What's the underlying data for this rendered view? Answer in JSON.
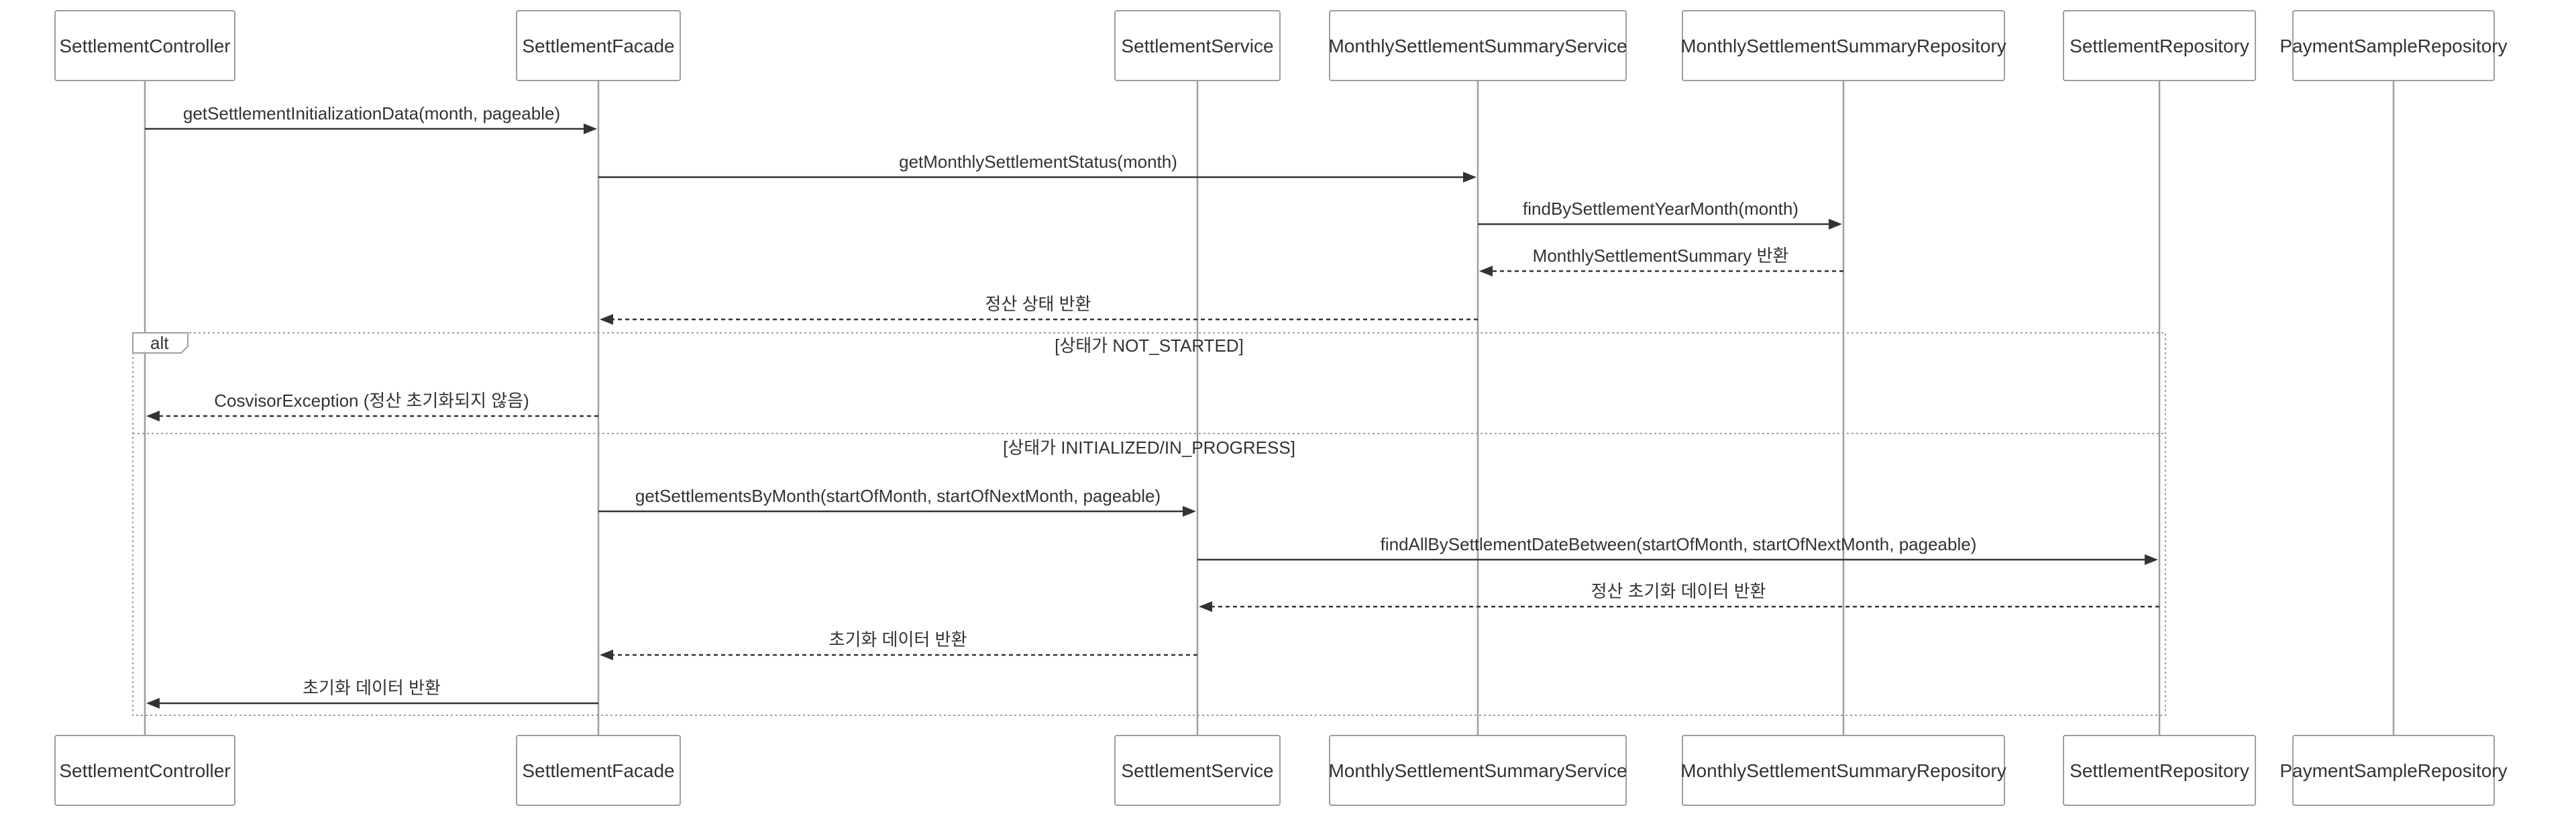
{
  "participants": [
    {
      "id": "settlement-controller",
      "label": "SettlementController"
    },
    {
      "id": "settlement-facade",
      "label": "SettlementFacade"
    },
    {
      "id": "settlement-service",
      "label": "SettlementService"
    },
    {
      "id": "monthly-settlement-summary-service",
      "label": "MonthlySettlementSummaryService"
    },
    {
      "id": "monthly-settlement-summary-repository",
      "label": "MonthlySettlementSummaryRepository"
    },
    {
      "id": "settlement-repository",
      "label": "SettlementRepository"
    },
    {
      "id": "payment-sample-repository",
      "label": "PaymentSampleRepository"
    }
  ],
  "messages": [
    {
      "from": 0,
      "to": 1,
      "label": "getSettlementInitializationData(month, pageable)",
      "style": "solid"
    },
    {
      "from": 1,
      "to": 3,
      "label": "getMonthlySettlementStatus(month)",
      "style": "solid"
    },
    {
      "from": 3,
      "to": 4,
      "label": "findBySettlementYearMonth(month)",
      "style": "solid"
    },
    {
      "from": 4,
      "to": 3,
      "label": "MonthlySettlementSummary 반환",
      "style": "dashed"
    },
    {
      "from": 3,
      "to": 1,
      "label": "정산 상태 반환",
      "style": "dashed"
    },
    {
      "from": 1,
      "to": 0,
      "label": "CosvisorException (정산 초기화되지 않음)",
      "style": "dashed"
    },
    {
      "from": 1,
      "to": 2,
      "label": "getSettlementsByMonth(startOfMonth, startOfNextMonth, pageable)",
      "style": "solid"
    },
    {
      "from": 2,
      "to": 5,
      "label": "findAllBySettlementDateBetween(startOfMonth, startOfNextMonth, pageable)",
      "style": "solid"
    },
    {
      "from": 5,
      "to": 2,
      "label": "정산 초기화 데이터 반환",
      "style": "dashed"
    },
    {
      "from": 2,
      "to": 1,
      "label": "초기화 데이터 반환",
      "style": "dashed"
    },
    {
      "from": 1,
      "to": 0,
      "label": "초기화 데이터 반환",
      "style": "solid"
    }
  ],
  "alt_frame": {
    "tag": "alt",
    "conditions": [
      "[상태가 NOT_STARTED]",
      "[상태가 INITIALIZED/IN_PROGRESS]"
    ]
  }
}
